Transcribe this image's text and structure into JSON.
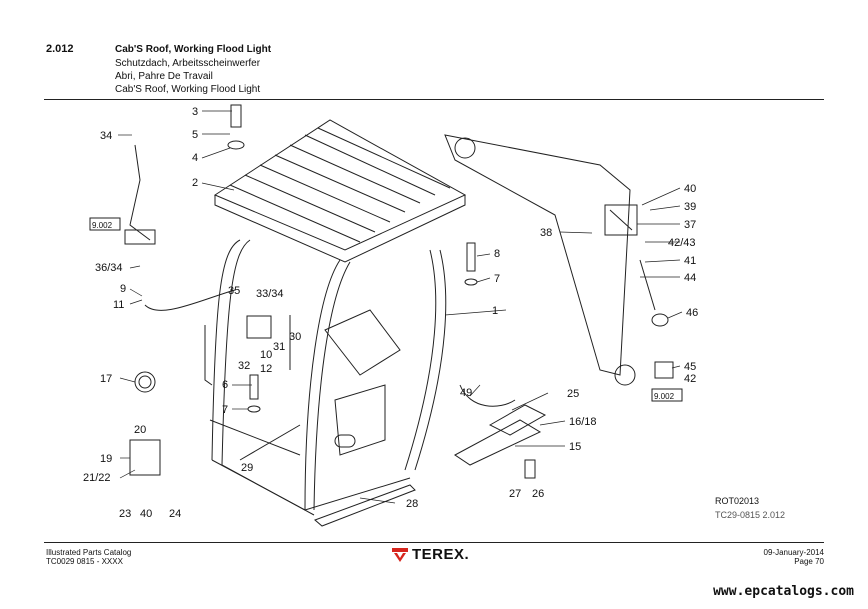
{
  "header": {
    "section_number": "2.012",
    "titles": [
      "Cab'S Roof, Working Flood Light",
      "Schutzdach, Arbeitsscheinwerfer",
      "Abri, Pahre De Travail",
      "Cab'S Roof, Working Flood Light"
    ]
  },
  "diagram": {
    "callouts": [
      "1",
      "2",
      "3",
      "4",
      "5",
      "6",
      "7",
      "7",
      "8",
      "9",
      "10",
      "11",
      "12",
      "15",
      "16/18",
      "17",
      "19",
      "20",
      "21/22",
      "23",
      "24",
      "25",
      "26",
      "27",
      "28",
      "29",
      "30",
      "31",
      "32",
      "33/34",
      "34",
      "35",
      "36/34",
      "37",
      "38",
      "39",
      "40",
      "40",
      "41",
      "42",
      "42/43",
      "44",
      "45",
      "46",
      "49"
    ],
    "ref_boxes": [
      "9.002",
      "9.002"
    ]
  },
  "reference": {
    "code": "ROT02013",
    "doc": "TC29-0815 2.012"
  },
  "footer": {
    "left_line1": "Illustrated Parts Catalog",
    "left_line2": "TC0029 0815 - XXXX",
    "brand": "TEREX.",
    "right_line1": "09-January-2014",
    "right_line2": "Page 70"
  },
  "watermark": "www.epcatalogs.com"
}
